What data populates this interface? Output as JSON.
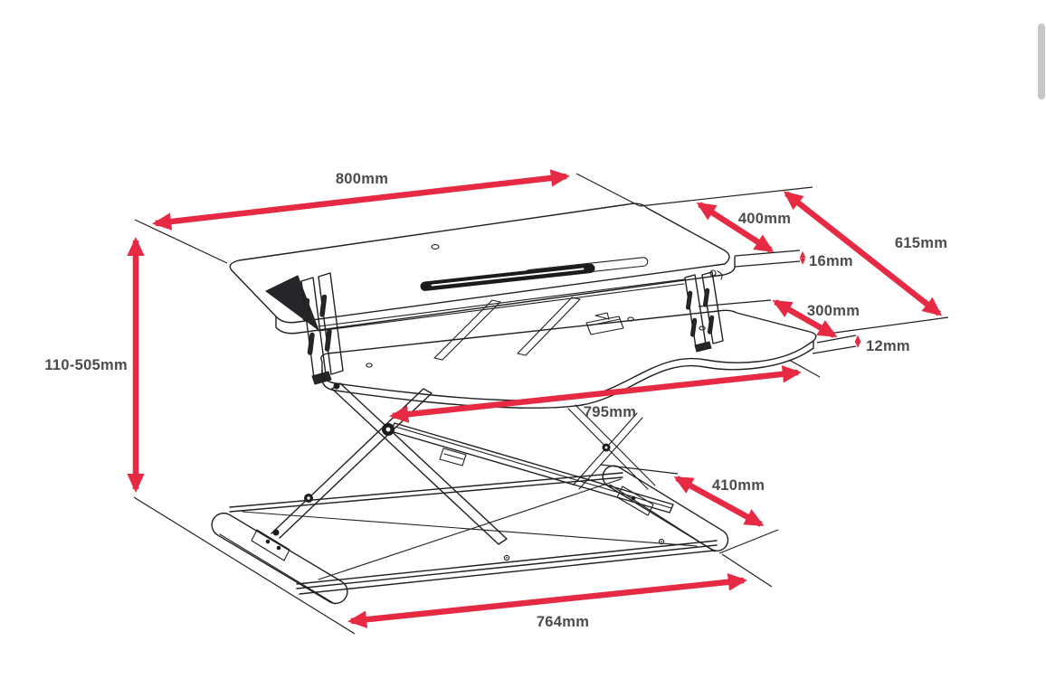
{
  "diagram": {
    "type": "product-dimension-drawing",
    "subject": "height-adjustable sit-stand desk riser",
    "labels": {
      "top_width": "800mm",
      "top_depth": "400mm",
      "overall_depth": "615mm",
      "top_thickness": "16mm",
      "keyboard_tray_depth": "300mm",
      "keyboard_tray_thickness": "12mm",
      "height_range": "110-505mm",
      "keyboard_tray_width": "795mm",
      "base_depth": "410mm",
      "base_width": "764mm"
    },
    "colors": {
      "dimension_arrow": "#e62a44",
      "line_art": "#231f20",
      "label_text": "#4b4b4d",
      "background": "#ffffff",
      "scrollbar_thumb": "#c6c6c8"
    }
  }
}
